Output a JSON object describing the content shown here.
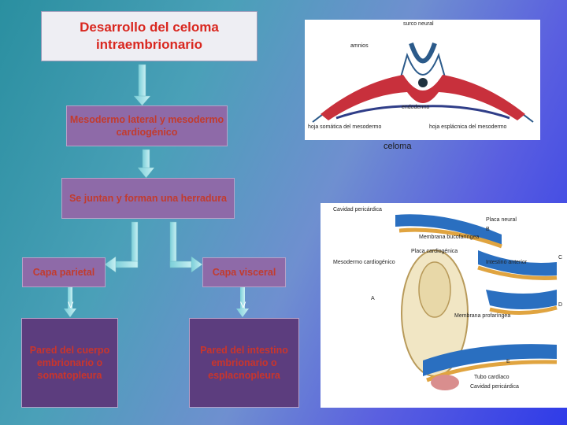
{
  "title": "Desarrollo del celoma intraembrionario",
  "step1": "Mesodermo lateral y mesodermo cardiogénico",
  "step2": "Se juntan y forman una herradura",
  "left_branch": "Capa parietal",
  "right_branch": "Capa visceral",
  "left_mark": "V",
  "right_mark": "V",
  "left_result": "Pared del cuerpo embrionario o somatopleura",
  "right_result": "Pared del intestino embrionario o esplacnopleura",
  "caption": "celoma",
  "top_image": {
    "labels": [
      "surco neural",
      "amnios",
      "endodermo",
      "hoja somática del mesodermo",
      "hoja esplácnica del mesodermo"
    ]
  },
  "bottom_image": {
    "labels": [
      "Cavidad pericárdica",
      "Placa neural",
      "B",
      "Membrana bucofaríngea",
      "Placa cardiogénica",
      "C",
      "Mesodermo cardiogénico",
      "Intestino anterior",
      "A",
      "D",
      "Membrana profaríngea",
      "E",
      "Tubo cardíaco",
      "Cavidad pericárdica"
    ]
  },
  "colors": {
    "red_text": "#d9271f",
    "box_purple": "#8e6aa8",
    "box_dark": "#5c3d7e",
    "arrow": "#a8dfe6"
  }
}
